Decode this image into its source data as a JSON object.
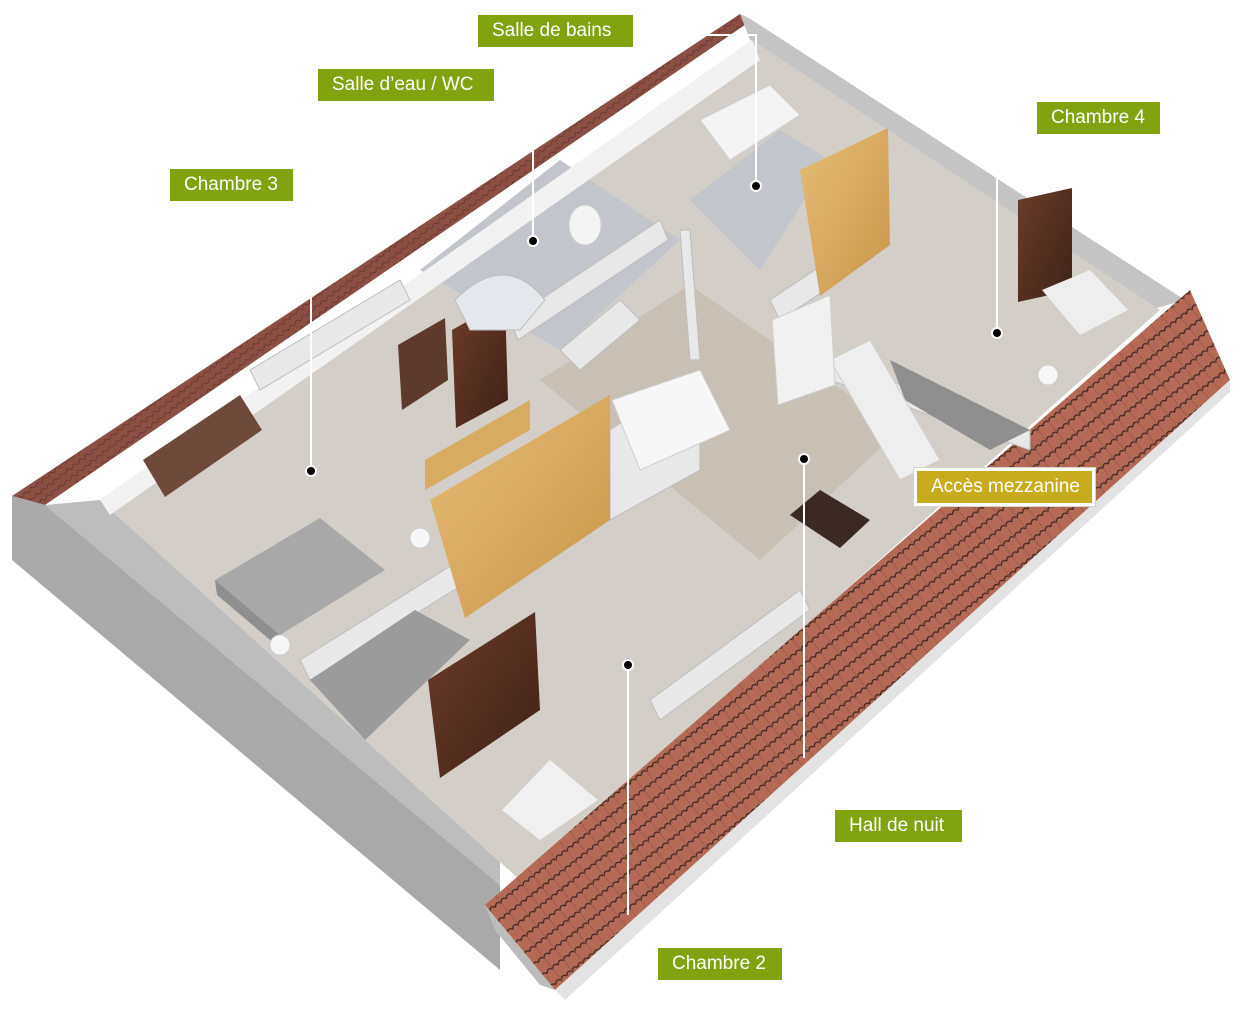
{
  "floorplan": {
    "view": "3D isometric upper floor plan",
    "colors": {
      "label_green": "#80a30f",
      "label_gold": "#c9ab1e",
      "label_text": "#ffffff",
      "roof_tiles": "#b46a55",
      "wall_grey": "#b5b5b5",
      "floor_beige": "#d3cfc8",
      "floor_hall": "#c8bfb5",
      "floor_bath": "#c2c6cc",
      "wood_light": "#d9aa5f",
      "wood_dark": "#5a3a2e",
      "leader_line": "#ffffff",
      "leader_dot": "#000000"
    },
    "labels": [
      {
        "id": "salle-de-bains",
        "text": "Salle de bains",
        "style": "green"
      },
      {
        "id": "salle-deau-wc",
        "text": "Salle d’eau / WC",
        "style": "green"
      },
      {
        "id": "chambre-3",
        "text": "Chambre 3",
        "style": "green"
      },
      {
        "id": "chambre-4",
        "text": "Chambre 4",
        "style": "green"
      },
      {
        "id": "acces-mezzanine",
        "text": "Accès mezzanine",
        "style": "gold"
      },
      {
        "id": "hall-de-nuit",
        "text": "Hall de nuit",
        "style": "green"
      },
      {
        "id": "chambre-2",
        "text": "Chambre 2",
        "style": "green"
      }
    ]
  }
}
